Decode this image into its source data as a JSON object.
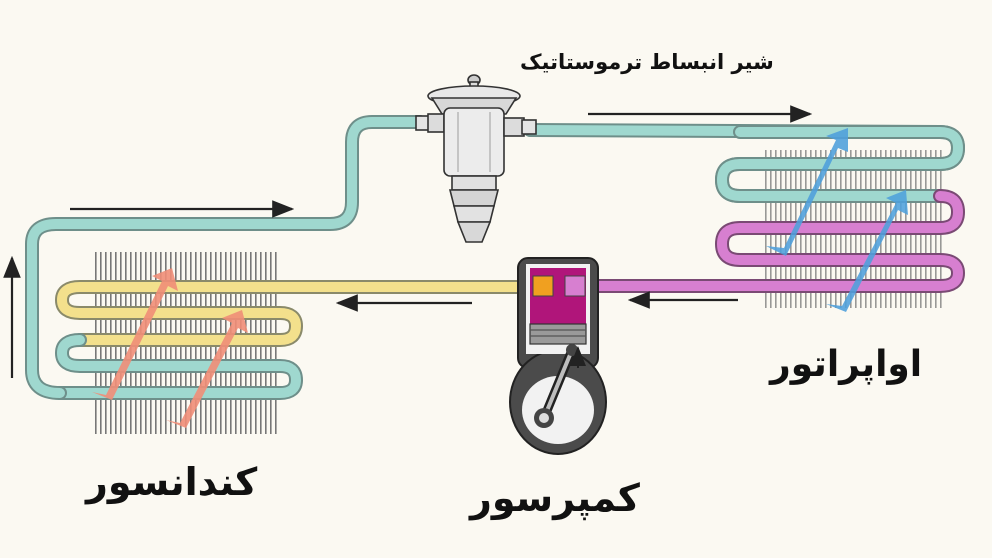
{
  "labels": {
    "expansion_valve": "شیر انبساط ترموستاتیک",
    "evaporator": "اواپراتور",
    "condenser": "کندانسور",
    "compressor": "کمپرسور"
  },
  "colors": {
    "liquid_line": "#9fd8cf",
    "hot_gas_line": "#f3e08c",
    "suction_line": "#d77fd0",
    "air_into_condenser": "#f08e78",
    "air_through_evaporator": "#4fa0dc",
    "compressor_body": "#4b4b4b",
    "compressor_head": "#b0157a",
    "valve_orange": "#f0a020"
  }
}
